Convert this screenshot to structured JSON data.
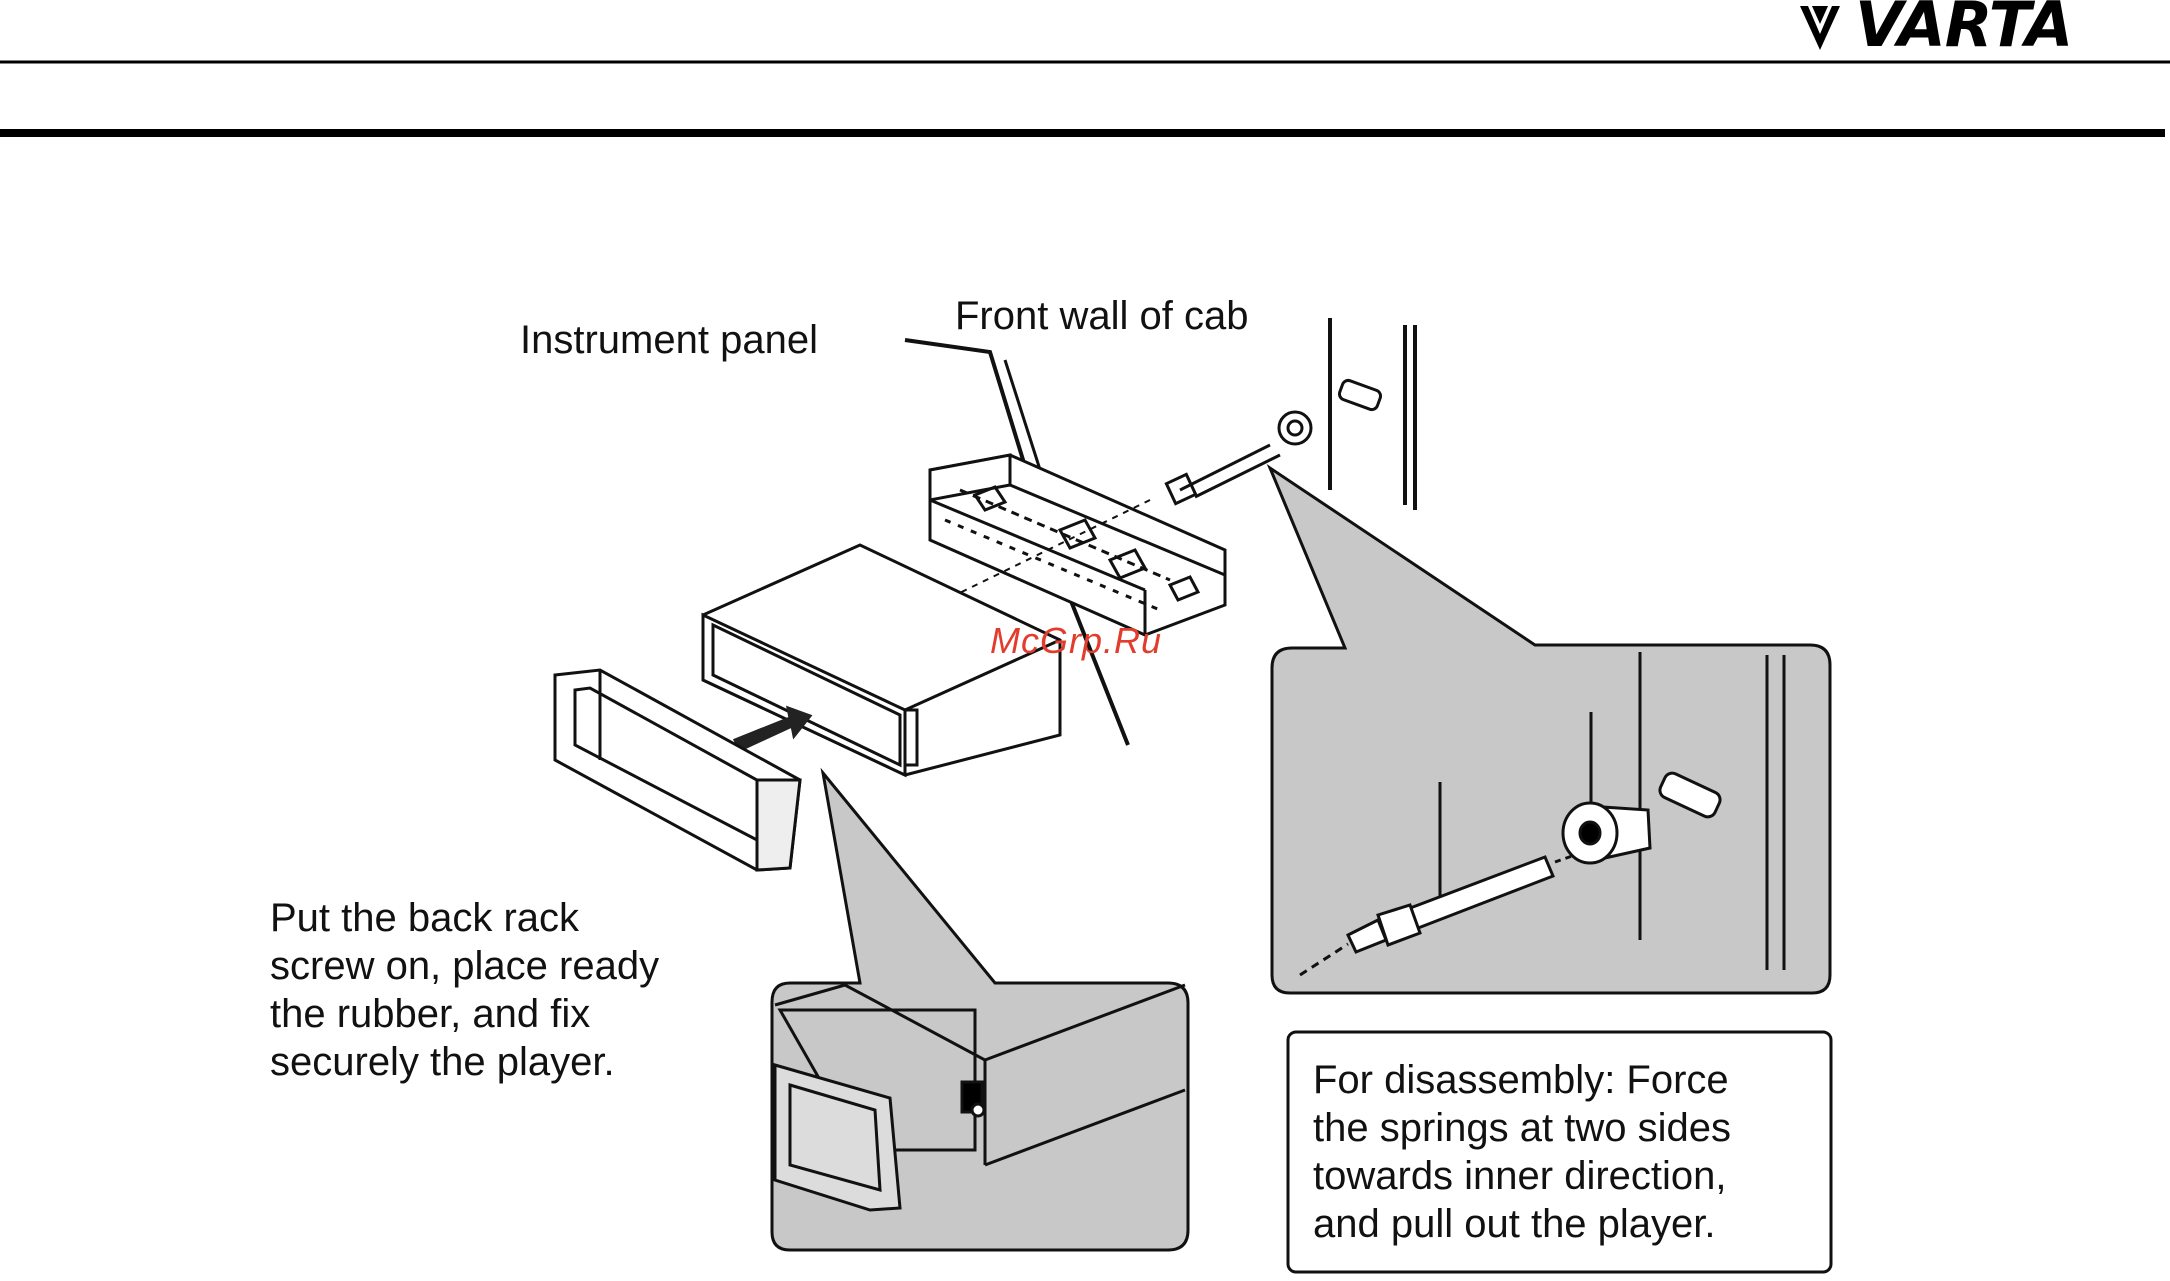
{
  "header": {
    "brand": "VARTA"
  },
  "labels": {
    "instrument_panel": "Instrument panel",
    "front_wall": "Front wall of cab"
  },
  "instructions": {
    "install_lines": [
      "Put the back rack",
      "screw on, place ready",
      "the rubber, and fix",
      "securely the player."
    ],
    "disassembly_lines": [
      "For disassembly: Force",
      "the springs at two sides",
      "towards inner direction,",
      "and pull out the player."
    ]
  },
  "watermark": "McGrp.Ru",
  "colors": {
    "callout_fill": "#c8c8c8",
    "line": "#111111",
    "watermark": "#e23c2c"
  }
}
